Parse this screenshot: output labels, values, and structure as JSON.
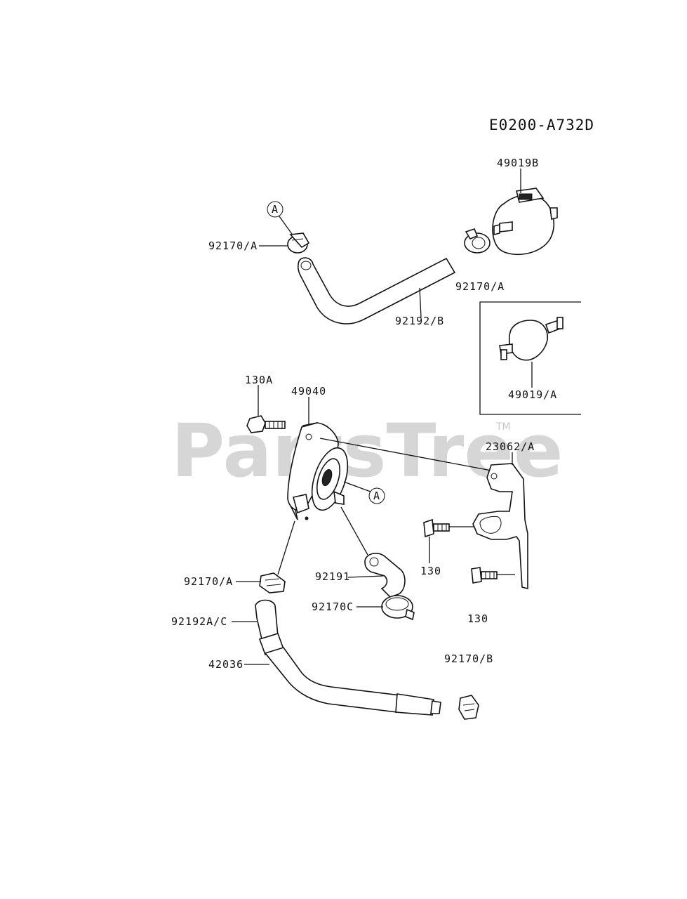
{
  "diagram_code": "E0200-A732D",
  "watermark": "PartsTree",
  "trademark": "TM",
  "callout_letter": "A",
  "labels": {
    "p49019B": "49019B",
    "p92170A_top_left": "92170/A",
    "p92170A_top_right": "92170/A",
    "p92192B": "92192/B",
    "p49019A": "49019/A",
    "p130A": "130A",
    "p49040": "49040",
    "p23062A": "23062/A",
    "p130_left": "130",
    "p92170A_mid": "92170/A",
    "p92191": "92191",
    "p92170C": "92170C",
    "p130_right": "130",
    "p92192AC": "92192A/C",
    "p42036": "42036",
    "p92170B": "92170/B"
  }
}
